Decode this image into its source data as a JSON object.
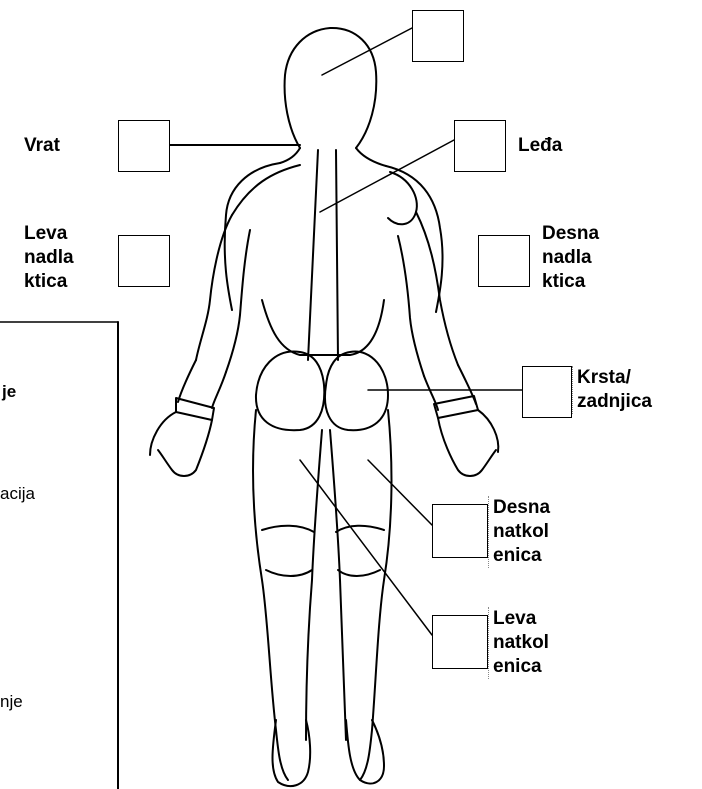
{
  "labels": {
    "vrat": "Vrat",
    "leda": "Leđa",
    "leva_nadlaktica": [
      "Leva",
      "nadla",
      "ktica"
    ],
    "desna_nadlaktica": [
      "Desna",
      "nadla",
      "ktica"
    ],
    "krsta_zadnjica": [
      "Krsta/",
      "zadnjica"
    ],
    "desna_natkolenica": [
      "Desna",
      "natkol",
      "enica"
    ],
    "leva_natkolenica": [
      "Leva",
      "natkol",
      "enica"
    ]
  },
  "left_panel_fragments": {
    "bold_fragment": "je",
    "text_fragment_1": "acija",
    "text_fragment_2": "nje"
  }
}
